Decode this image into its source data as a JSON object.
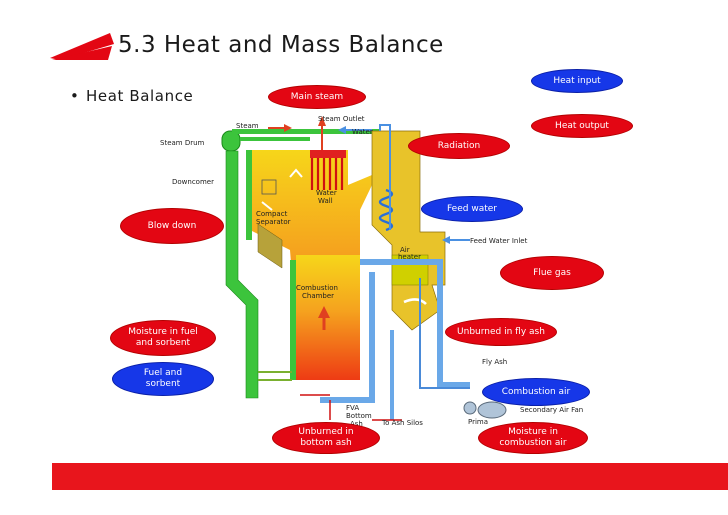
{
  "slide": {
    "title": "5.3 Heat and Mass Balance",
    "bullet": "Heat Balance",
    "accent_color": "#e30613",
    "footer_color": "#e8151c"
  },
  "diagram_labels": {
    "steam": "Steam",
    "steam_outlet": "Steam Outlet",
    "water": "Water",
    "steam_drum": "Steam Drum",
    "downcomer": "Downcomer",
    "water_wall_1": "Water",
    "water_wall_2": "Wall",
    "compact_1": "Compact",
    "compact_2": "Separator",
    "air_heater_1": "Air",
    "air_heater_2": "heater",
    "feed_water_inlet": "Feed Water Inlet",
    "combustion_1": "Combustion",
    "combustion_2": "Chamber",
    "fly_ash": "Fly Ash",
    "fva": "FVA",
    "bottom": "Bottom",
    "ash": "Ash",
    "to_ash_silos": "To Ash Silos",
    "secondary_air_fan": "Secondary Air Fan",
    "primary": "Prima"
  },
  "callouts": {
    "main_steam": "Main steam",
    "heat_input": "Heat input",
    "heat_output": "Heat output",
    "radiation": "Radiation",
    "feed_water": "Feed water",
    "blow_down": "Blow down",
    "flue_gas": "Flue gas",
    "moisture_fuel_1": "Moisture in fuel",
    "moisture_fuel_2": "and sorbent",
    "unburned_fly_ash": "Unburned in fly ash",
    "fuel_1": "Fuel and",
    "fuel_2": "sorbent",
    "combustion_air": "Combustion air",
    "unburned_bottom_1": "Unburned in",
    "unburned_bottom_2": "bottom ash",
    "moisture_air_1": "Moisture in",
    "moisture_air_2": "combustion air"
  },
  "legend_colors": {
    "output": "#e30613",
    "input": "#1637e8"
  }
}
